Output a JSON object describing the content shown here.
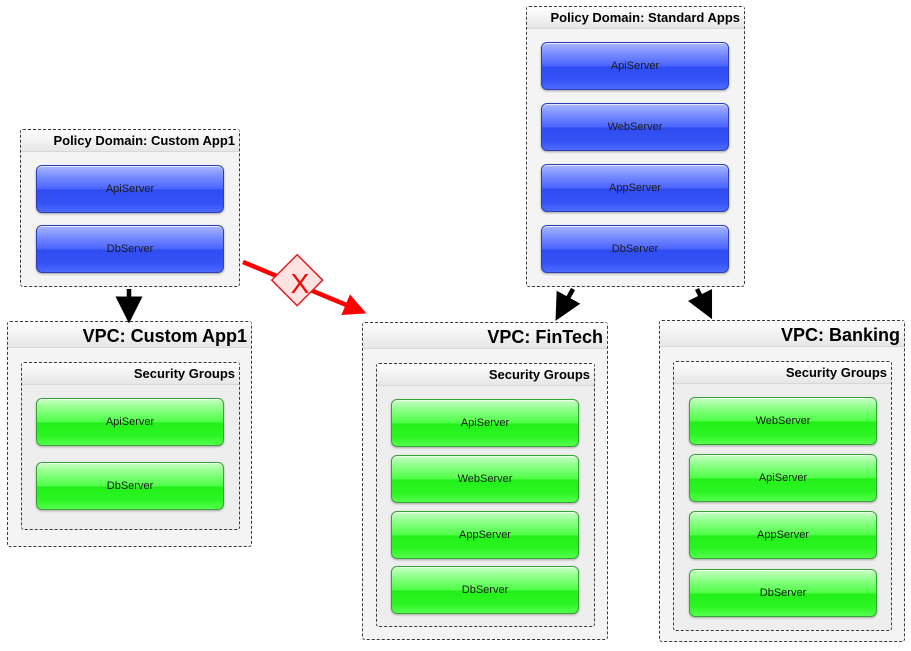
{
  "policy_custom": {
    "title": "Policy Domain: Custom App1",
    "items": [
      "ApiServer",
      "DbServer"
    ]
  },
  "policy_standard": {
    "title": "Policy Domain: Standard Apps",
    "items": [
      "ApiServer",
      "WebServer",
      "AppServer",
      "DbServer"
    ]
  },
  "vpc_custom": {
    "title": "VPC: Custom App1",
    "sg_title": "Security Groups",
    "items": [
      "ApiServer",
      "DbServer"
    ]
  },
  "vpc_fintech": {
    "title": "VPC: FinTech",
    "sg_title": "Security Groups",
    "items": [
      "ApiServer",
      "WebServer",
      "AppServer",
      "DbServer"
    ]
  },
  "vpc_banking": {
    "title": "VPC: Banking",
    "sg_title": "Security Groups",
    "items": [
      "WebServer",
      "ApiServer",
      "AppServer",
      "DbServer"
    ]
  },
  "blocked_marker": "X",
  "colors": {
    "policy_button": "#3452f5",
    "sg_button": "#2bf522",
    "blocked": "#ff0000",
    "arrow": "#000000"
  }
}
